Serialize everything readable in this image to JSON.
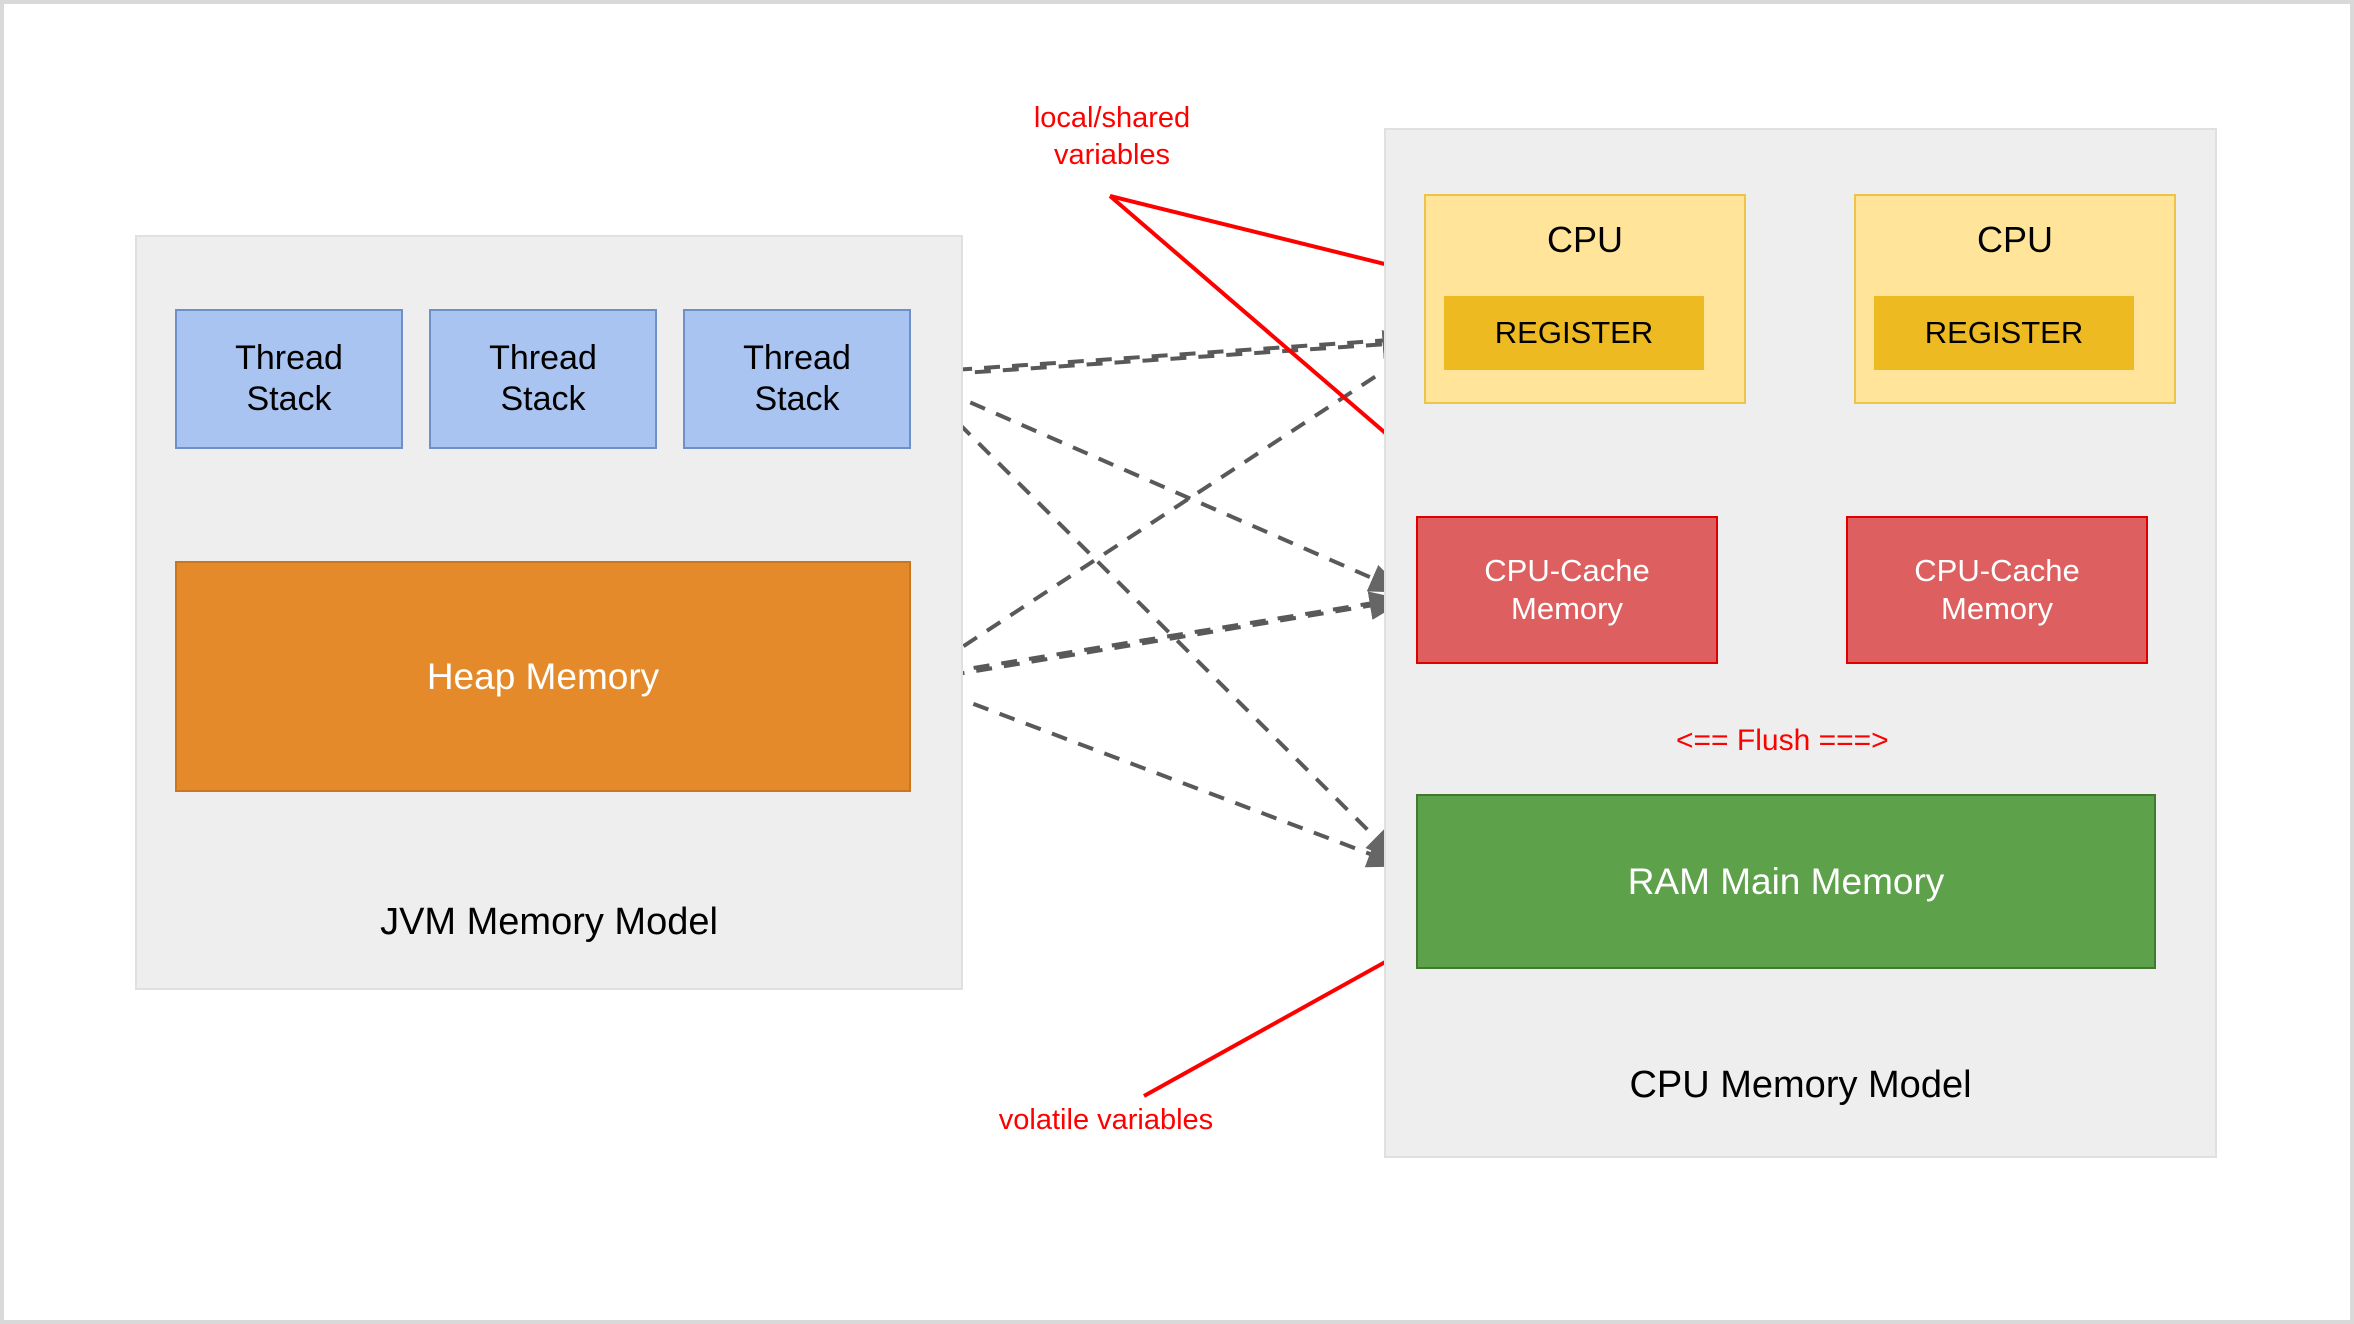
{
  "diagram": {
    "title_visible": false,
    "colors": {
      "canvas_bg": "#ffffff",
      "panel_bg": "#eeeeee",
      "thread_stack_fill": "#a9c4f0",
      "thread_stack_border": "#6f8fc9",
      "heap_fill": "#e48a2b",
      "cpu_fill": "#ffe49a",
      "cpu_border": "#eec34a",
      "register_fill": "#edbb21",
      "cache_fill": "#dd5f5f",
      "cache_border": "#e00000",
      "ram_fill": "#5da14a",
      "annotation_red": "#ff0000",
      "arrow_gray": "#666666"
    },
    "panels": [
      {
        "id": "jvm",
        "title": "JVM Memory Model"
      },
      {
        "id": "cpu",
        "title": "CPU Memory Model"
      }
    ],
    "jvm_panel": {
      "title": "JVM Memory Model",
      "thread_stacks": [
        {
          "label": "Thread\nStack"
        },
        {
          "label": "Thread\nStack"
        },
        {
          "label": "Thread\nStack"
        }
      ],
      "heap": {
        "label": "Heap Memory"
      }
    },
    "cpu_panel": {
      "title": "CPU Memory Model",
      "cores": [
        {
          "cpu_label": "CPU",
          "register_label": "REGISTER",
          "cache_label": "CPU-Cache\nMemory"
        },
        {
          "cpu_label": "CPU",
          "register_label": "REGISTER",
          "cache_label": "CPU-Cache\nMemory"
        }
      ],
      "ram": {
        "label": "RAM Main Memory"
      },
      "flush_label": "<== Flush ===>"
    },
    "annotations": [
      {
        "id": "local-shared",
        "text": "local/shared\nvariables",
        "color": "#ff0000"
      },
      {
        "id": "volatile",
        "text": "volatile variables",
        "color": "#ff0000"
      }
    ],
    "edges": {
      "dashed_count": 6,
      "style": "dashed-gray-bidirectional",
      "vertical_pairs": "down+up between CPU/Cache and Cache/RAM"
    }
  }
}
